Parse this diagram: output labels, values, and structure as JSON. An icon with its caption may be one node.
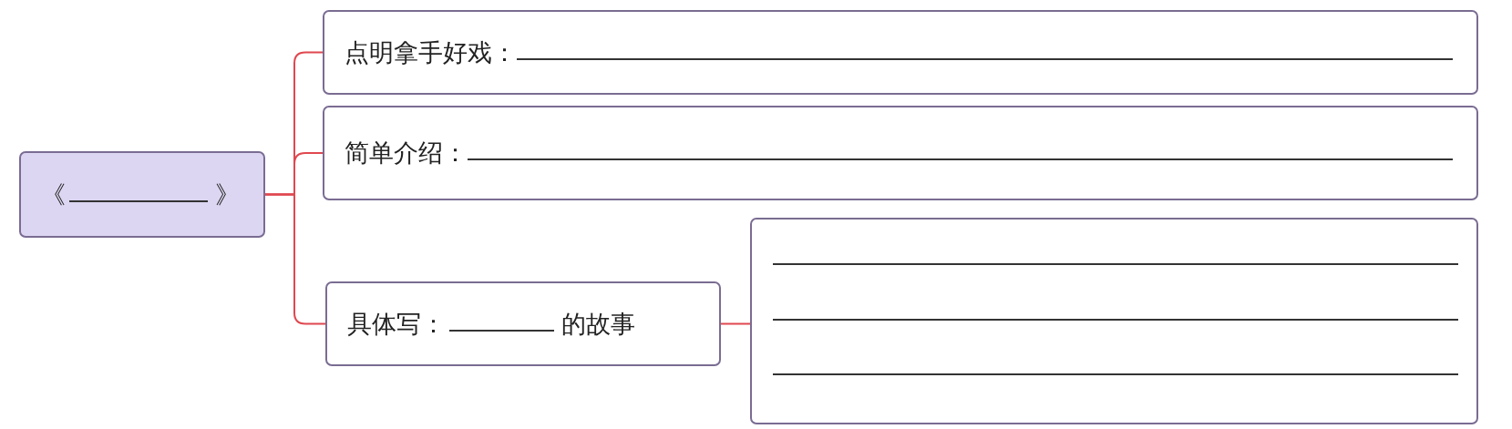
{
  "diagram": {
    "nodes": [
      {
        "text": [
          "《",
          "》"
        ]
      },
      {
        "text": [
          "点明拿手好戏："
        ]
      },
      {
        "text": [
          "简单介绍："
        ]
      },
      {
        "text": [
          "具体写：",
          "的故事"
        ]
      },
      {
        "text": [],
        "shape": "box"
      }
    ],
    "edges": [
      {
        "from": 0,
        "to": 1,
        "arrow": "none"
      },
      {
        "from": 0,
        "to": 2,
        "arrow": "none"
      },
      {
        "from": 0,
        "to": 3,
        "arrow": "none"
      },
      {
        "from": 3,
        "to": 4,
        "arrow": "none"
      }
    ]
  }
}
